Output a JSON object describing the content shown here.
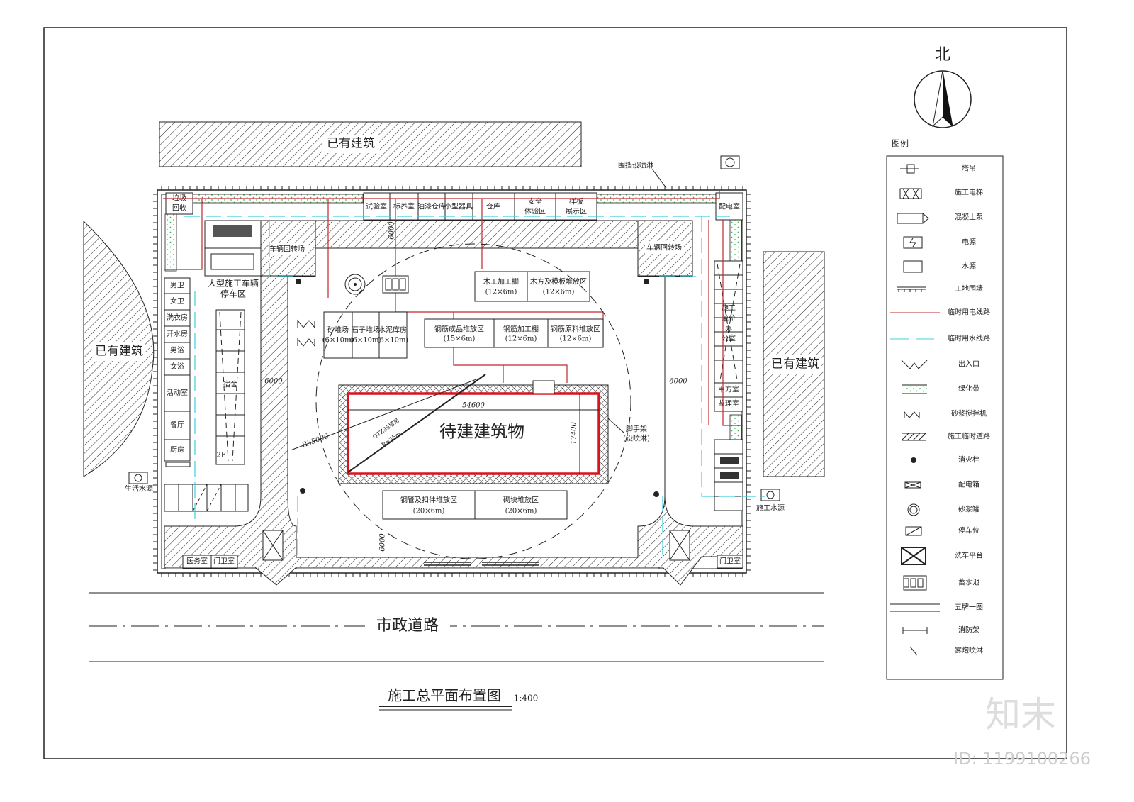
{
  "north": "北",
  "existing_building": "已有建筑",
  "fence_spray": "围挡设喷淋",
  "top_rooms": {
    "garbage_1": "垃圾",
    "garbage_2": "回收",
    "lab": "试验室",
    "curing": "标养室",
    "paint": "油漆仓库",
    "tools": "小型器具",
    "warehouse": "仓库",
    "safety_1": "安全",
    "safety_2": "体验区",
    "sample_1": "样板",
    "sample_2": "展示区",
    "power_room": "配电室"
  },
  "turnaround": "车辆回转场",
  "parking_large_1": "大型施工车辆",
  "parking_large_2": "停车区",
  "left_rooms": [
    "男卫",
    "女卫",
    "洗衣房",
    "开水房",
    "男浴",
    "女浴",
    "活动室",
    "餐厅",
    "厨房"
  ],
  "dormitory": "宿舍",
  "dorm_floors": "2F",
  "road_width": "6000",
  "materials": {
    "sand": "砂堆场",
    "stone": "石子堆场",
    "cement": "水泥库房",
    "size_6x10": "(6×10m)",
    "rebar_done": "钢筋成品堆放区",
    "size_15x6": "(15×6m)",
    "rebar_shed": "钢筋加工棚",
    "rebar_raw": "钢筋原料堆放区",
    "size_12x6": "(12×6m)",
    "wood_shed": "木工加工棚",
    "formwork": "木方及模板堆放区",
    "pipe": "钢管及扣件堆放区",
    "block": "砌块堆放区",
    "size_20x6": "(20×6m)"
  },
  "building": {
    "label": "待建建筑物",
    "length": "54600",
    "width": "17400",
    "radius": "R35000",
    "crane": "QTZ35塔吊",
    "crane_r": "R=35m",
    "scaffold_1": "脚手架",
    "scaffold_2": "(设喷淋)"
  },
  "right_rooms": {
    "office_1": "施工",
    "office_2": "单位",
    "office_3": "办",
    "office_4": "公室",
    "owner": "甲方室",
    "supervisor": "监理室"
  },
  "bottom_rooms": {
    "clinic": "医务室",
    "guard": "门卫室"
  },
  "water_living": "生活水源",
  "water_construction": "施工水源",
  "road": "市政道路",
  "title": "施工总平面布置图",
  "scale": "1:400",
  "legend": {
    "title": "图例",
    "items": [
      "塔吊",
      "施工电梯",
      "混凝土泵",
      "电源",
      "水源",
      "工地围墙",
      "临时用电线路",
      "临时用水线路",
      "出入口",
      "绿化带",
      "砂浆搅拌机",
      "施工临时道路",
      "消火栓",
      "配电箱",
      "砂浆罐",
      "停车位",
      "洗车平台",
      "蓄水池",
      "五牌一图",
      "消防架",
      "雾炮喷淋"
    ]
  },
  "colors": {
    "power_line": "#c0282b",
    "water_line": "#3cd0e0",
    "green_belt": "#2fbf4f",
    "building_outline": "#d9141b"
  },
  "watermark": {
    "logo": "知末",
    "id": "ID: 1199100266"
  }
}
